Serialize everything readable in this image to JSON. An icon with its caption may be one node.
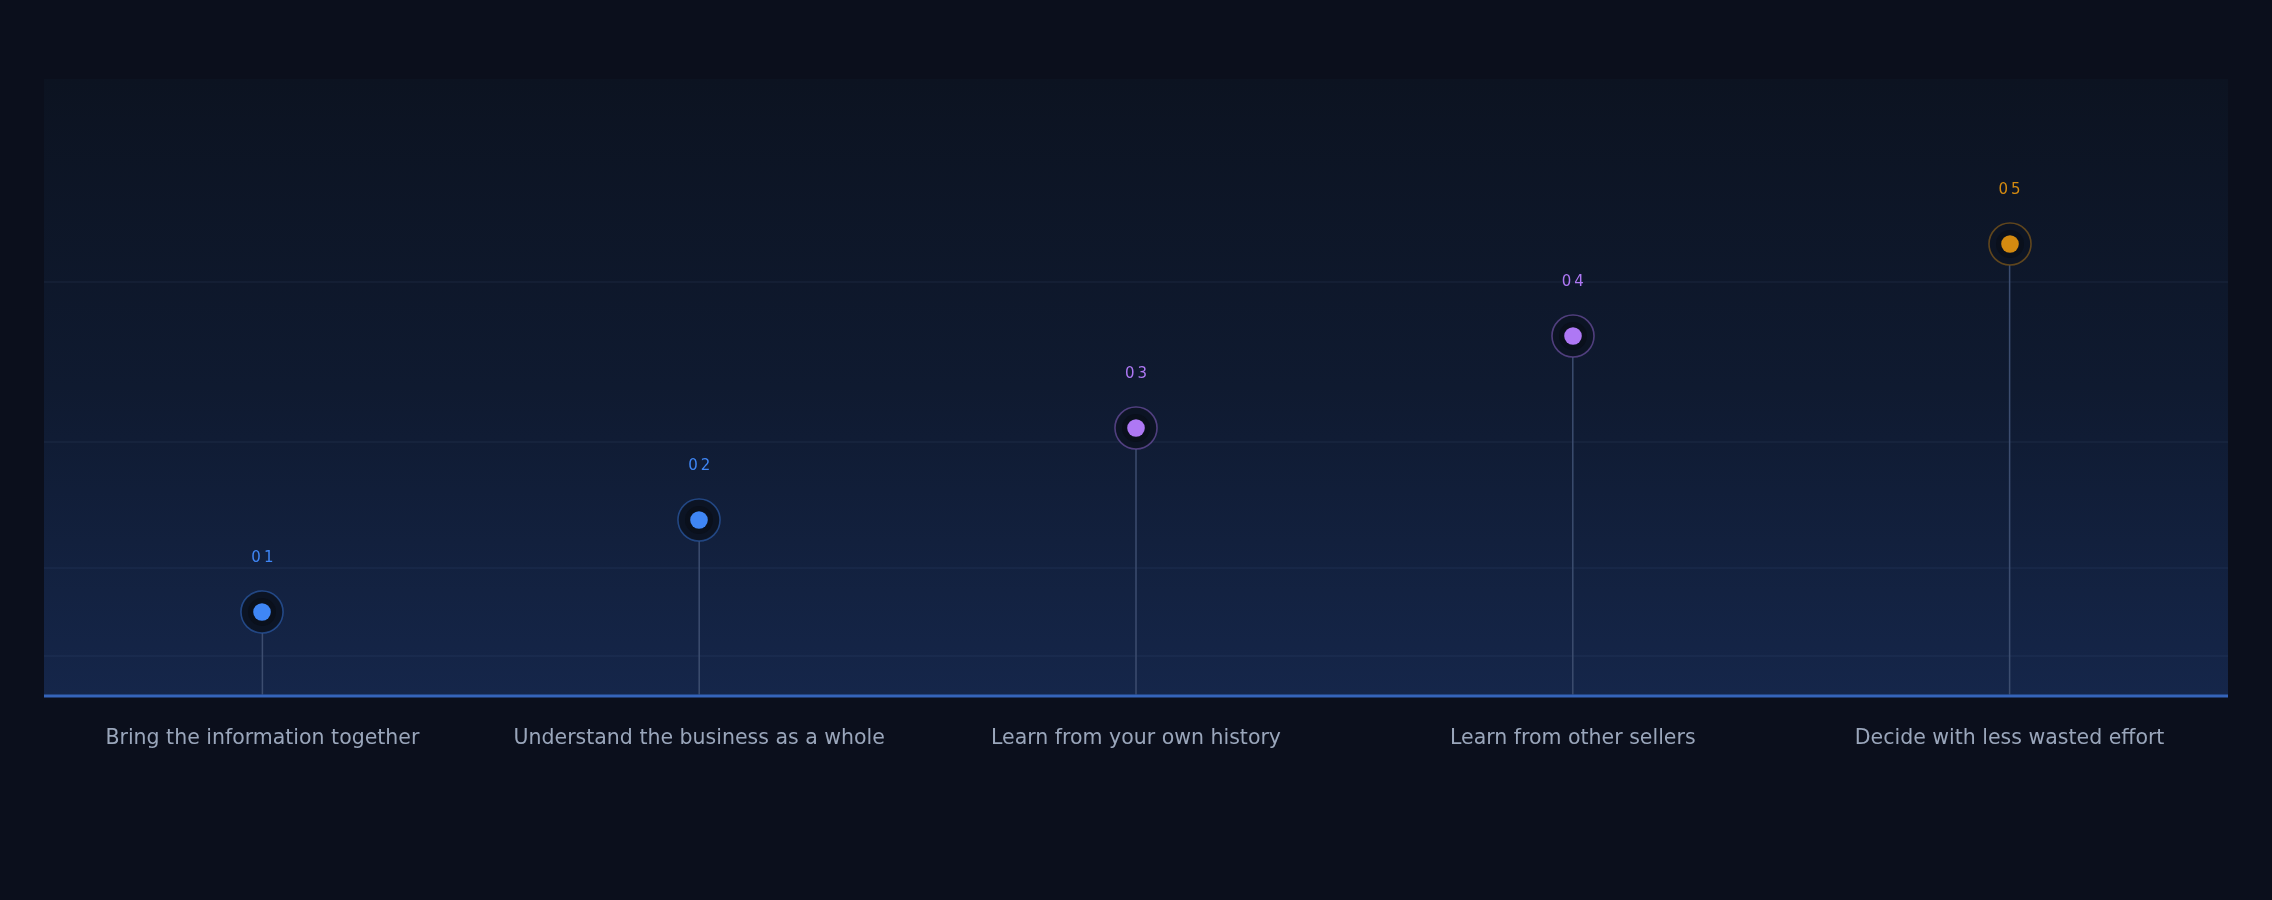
{
  "diagram": {
    "nodes": [
      {
        "text": [
          "01"
        ]
      },
      {
        "text": [
          "02"
        ]
      },
      {
        "text": [
          "03"
        ]
      },
      {
        "text": [
          "04"
        ]
      },
      {
        "text": [
          "05"
        ]
      },
      {
        "text": [
          "Bring the information together"
        ]
      },
      {
        "text": [
          "Understand the business as a whole"
        ]
      },
      {
        "text": [
          "Learn from your own history"
        ]
      },
      {
        "text": [
          "Learn from other sellers"
        ]
      },
      {
        "text": [
          "Decide with less wasted effort"
        ]
      }
    ],
    "edges": [
      {
        "from": 0,
        "to": 5,
        "arrow": "none"
      },
      {
        "from": 1,
        "to": 6,
        "arrow": "none"
      },
      {
        "from": 2,
        "to": 7,
        "arrow": "none"
      },
      {
        "from": 3,
        "to": 8,
        "arrow": "none"
      },
      {
        "from": 4,
        "to": 9,
        "arrow": "none"
      }
    ]
  }
}
